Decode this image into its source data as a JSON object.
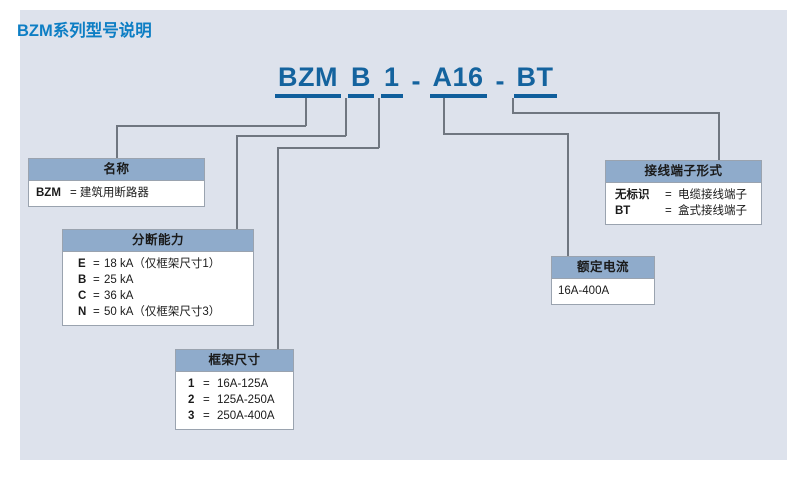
{
  "page": {
    "title": "BZM系列型号说明",
    "panel_color": "#dde2ec",
    "title_color": "#0d7ec4",
    "box_header_color": "#8fabcb",
    "model_text_color": "#14639e"
  },
  "model_number": {
    "tokens": [
      {
        "text": "BZM",
        "underlined": true
      },
      {
        "text": "B",
        "underlined": true
      },
      {
        "text": "1",
        "underlined": true
      },
      {
        "text": "-",
        "underlined": false
      },
      {
        "text": "A16",
        "underlined": true
      },
      {
        "text": "-",
        "underlined": false
      },
      {
        "text": "BT",
        "underlined": true
      }
    ]
  },
  "boxes": {
    "name": {
      "header": "名称",
      "rows": [
        {
          "code": "BZM",
          "eq": "=",
          "value": "建筑用断路器"
        }
      ]
    },
    "breaking_capacity": {
      "header": "分断能力",
      "rows": [
        {
          "code": "E",
          "eq": "=",
          "value": "18 kA（仅框架尺寸1）"
        },
        {
          "code": "B",
          "eq": "=",
          "value": "25 kA"
        },
        {
          "code": "C",
          "eq": "=",
          "value": "36 kA"
        },
        {
          "code": "N",
          "eq": "=",
          "value": "50 kA（仅框架尺寸3）"
        }
      ]
    },
    "frame_size": {
      "header": "框架尺寸",
      "rows": [
        {
          "code": "1",
          "eq": "=",
          "value": "16A-125A"
        },
        {
          "code": "2",
          "eq": "=",
          "value": "125A-250A"
        },
        {
          "code": "3",
          "eq": "=",
          "value": "250A-400A"
        }
      ]
    },
    "rated_current": {
      "header": "额定电流",
      "rows": [
        {
          "code": "",
          "eq": "",
          "value": "16A-400A"
        }
      ]
    },
    "terminal_type": {
      "header": "接线端子形式",
      "rows": [
        {
          "code": "无标识",
          "eq": "=",
          "value": "电缆接线端子"
        },
        {
          "code": "BT",
          "eq": "=",
          "value": "盒式接线端子"
        }
      ]
    }
  }
}
